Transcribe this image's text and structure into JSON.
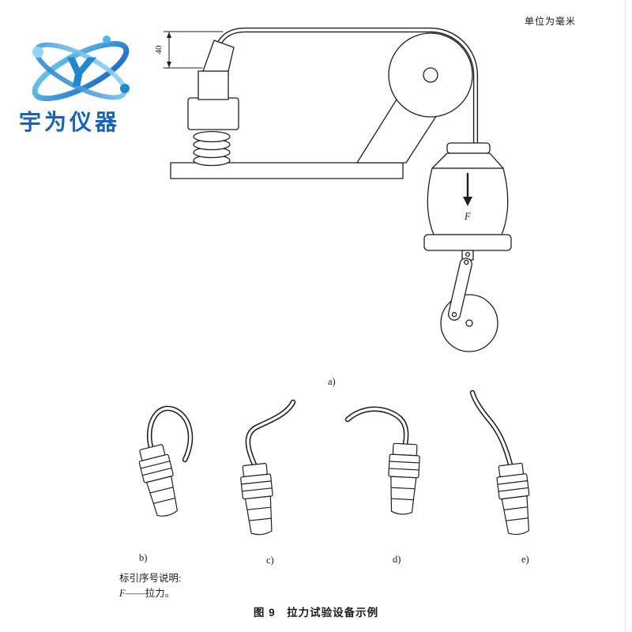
{
  "header": {
    "unit_note": "单位为毫米"
  },
  "logo": {
    "text": "宇为仪器",
    "color": "#1565c0"
  },
  "figure": {
    "dimension_mm": "40",
    "force_symbol": "F",
    "labels": {
      "a": "a)",
      "b": "b)",
      "c": "c)",
      "d": "d)",
      "e": "e)"
    }
  },
  "legend": {
    "title": "标引序号说明:",
    "symbol": "F",
    "text": "——拉力。"
  },
  "caption": "图 9　拉力试验设备示例",
  "colors": {
    "line": "#1f1f1f",
    "logo_blue": "#1565c0"
  }
}
